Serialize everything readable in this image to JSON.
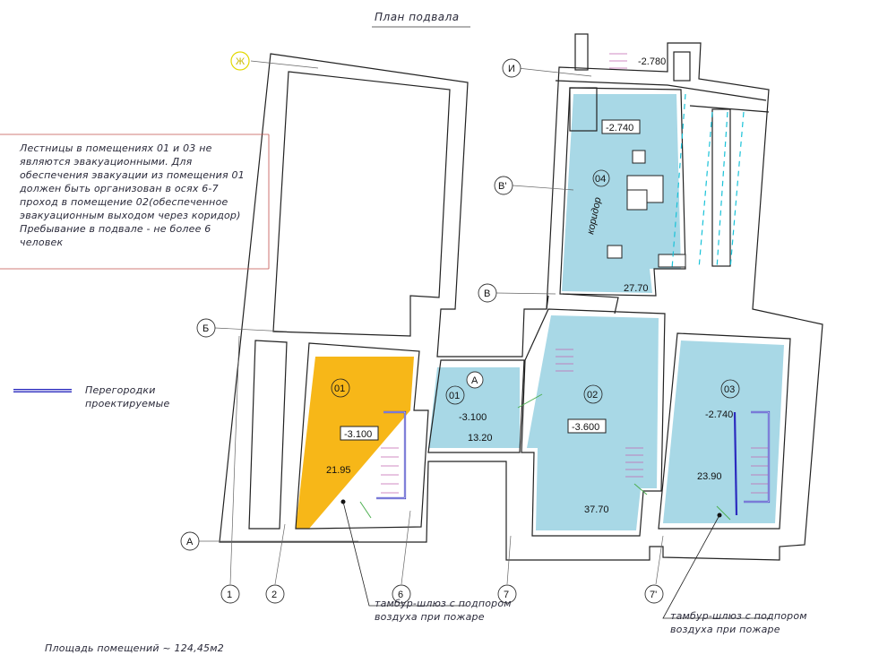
{
  "title": "План подвала",
  "note_lines": [
    "Лестницы в помещениях 01 и 03 не",
    "являются эвакуационными. Для",
    "обеспечения эвакуации из помещения 01",
    "должен быть организован в осях 6-7",
    "проход в помещение 02(обеспеченное",
    "эвакуационным выходом через коридор)",
    "Пребывание в подвале - не более 6",
    "человек"
  ],
  "legend": {
    "line1": "Перегородки",
    "line2": "проектируемые"
  },
  "area_total": "Площадь помещений ~ 124,45м2",
  "airlock_label": {
    "line1": "тамбур-шлюз с подпором",
    "line2": "воздуха при пожаре"
  },
  "axes": {
    "v1": "1",
    "v2": "2",
    "v6": "6",
    "v7": "7",
    "v7p": "7'",
    "hA": "А",
    "hA2": "А",
    "hB": "Б",
    "hV": "В",
    "hVp": "В'",
    "hI": "И",
    "hZh": "Ж"
  },
  "rooms": {
    "r01_left": {
      "num": "01",
      "level": "-3.100",
      "area": "21.95"
    },
    "r01_mid": {
      "num": "01",
      "level": "-3.100",
      "area": "13.20"
    },
    "r02": {
      "num": "02",
      "level": "-3.600",
      "area": "37.70"
    },
    "r03": {
      "num": "03",
      "level": "-2.740",
      "area": "23.90"
    },
    "r04": {
      "num": "04",
      "name": "коридор",
      "level": "-2.740",
      "area": "27.70"
    }
  },
  "level_top": "-2.780",
  "colors": {
    "room_blue": "#a8d8e6",
    "room_orange": "#f7b718",
    "wall": "#222222",
    "partition": "#2b2bbf",
    "leader": "#c0504d"
  }
}
